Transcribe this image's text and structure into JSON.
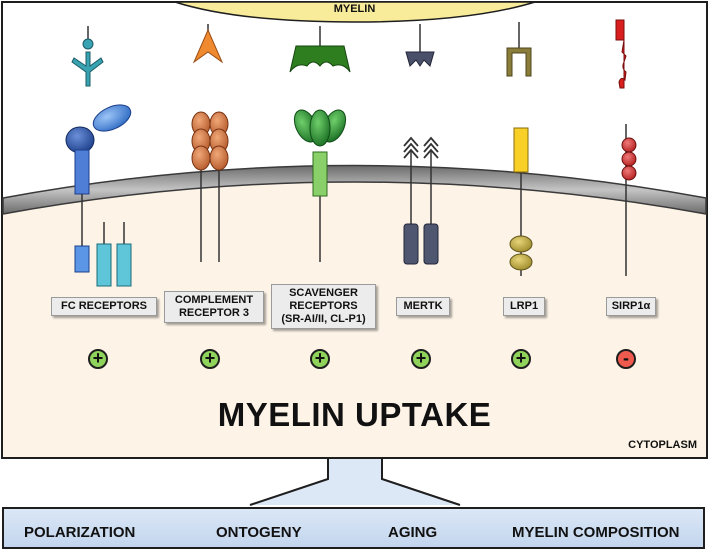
{
  "top_label": "MYELIN",
  "receptors": [
    {
      "label": "FC RECEPTORS",
      "effect": "+"
    },
    {
      "label": "COMPLEMENT\nRECEPTOR 3",
      "effect": "+"
    },
    {
      "label": "SCAVENGER\nRECEPTORS\n(SR-AI/II, CL-P1)",
      "effect": "+"
    },
    {
      "label": "MERTK",
      "effect": "+"
    },
    {
      "label": "LRP1",
      "effect": "+"
    },
    {
      "label": "SIRP1α",
      "effect": "-"
    }
  ],
  "main_label": "MYELIN UPTAKE",
  "compartment_label": "CYTOPLASM",
  "factors": [
    "POLARIZATION",
    "ONTOGENY",
    "AGING",
    "MYELIN COMPOSITION"
  ],
  "colors": {
    "myelin": "#f8ec9a",
    "cytoplasm": "#fdf4e7",
    "membrane": "#9b9b9b",
    "positive": "#8fd35b",
    "negative": "#ef5a4f",
    "factor_bar": "#c9d9ef"
  }
}
